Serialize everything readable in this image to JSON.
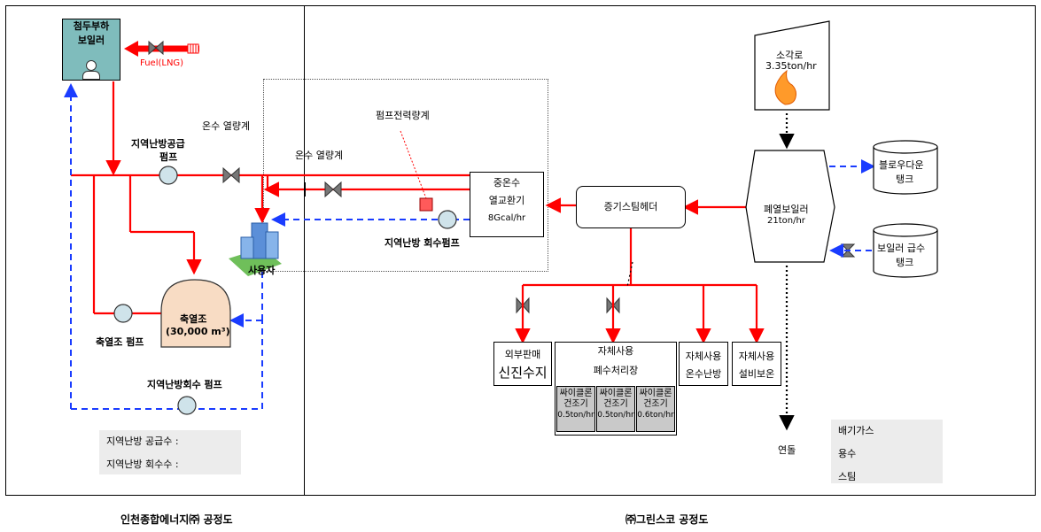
{
  "left_panel": {
    "boiler": {
      "line1": "첨두부하",
      "line2": "보일러"
    },
    "fuel_label": "Fuel(LNG)",
    "supply_pump_label": {
      "line1": "지역난방공급",
      "line2": "펌프"
    },
    "hot_water_meter_1": "온수 열량계",
    "user_label": "사용자",
    "storage_tank": {
      "line1": "축열조",
      "line2": "(30,000 m³)"
    },
    "storage_pump_label": "축열조 펌프",
    "return_pump_label": "지역난방회수 펌프",
    "legend": {
      "supply": "지역난방 공급수 :",
      "return": "지역난방 회수수 :"
    },
    "caption": "인천종합에너지㈜ 공정도"
  },
  "right_panel": {
    "hot_water_meter_2": "온수 열량계",
    "pump_power_meter": "펌프전력량계",
    "exchanger": {
      "line1": "중온수",
      "line2": "열교환기",
      "line3": "8Gcal/hr"
    },
    "return_pump_label": "지역난방 회수펌프",
    "steam_header": "증기스팀헤더",
    "incinerator": {
      "line1": "소각로",
      "line2": "3.35ton/hr"
    },
    "waste_boiler": {
      "line1": "폐열보일러",
      "line2": "21ton/hr"
    },
    "blowdown_tank": {
      "line1": "블로우다운",
      "line2": "탱크"
    },
    "feedwater_tank": {
      "line1": "보일러 급수",
      "line2": "탱크"
    },
    "external_sale": {
      "line1": "외부판매",
      "line2": "신진수지"
    },
    "wastewater": {
      "line1": "자체사용",
      "line2": "폐수처리장"
    },
    "cyclone_dryers": [
      {
        "line1": "싸이클론",
        "line2": "건조기",
        "line3": "0.5ton/hr"
      },
      {
        "line1": "싸이클론",
        "line2": "건조기",
        "line3": "0.5ton/hr"
      },
      {
        "line1": "싸이클론",
        "line2": "건조기",
        "line3": "0.6ton/hr"
      }
    ],
    "self_heating": {
      "line1": "자체사용",
      "line2": "온수난방"
    },
    "self_insulation": {
      "line1": "자체사용",
      "line2": "설비보온"
    },
    "stack_label": "연돌",
    "legend": {
      "exhaust": "배기가스",
      "water": "용수",
      "steam": "스팀"
    },
    "caption": "㈜그린스코 공정도"
  },
  "colors": {
    "steam_supply": "#ff0000",
    "return_water": "#1a3cff",
    "boiler_fill": "#7fbcbc",
    "tank_fill": "#f8dcc4",
    "gray": "#c9c9c9"
  }
}
